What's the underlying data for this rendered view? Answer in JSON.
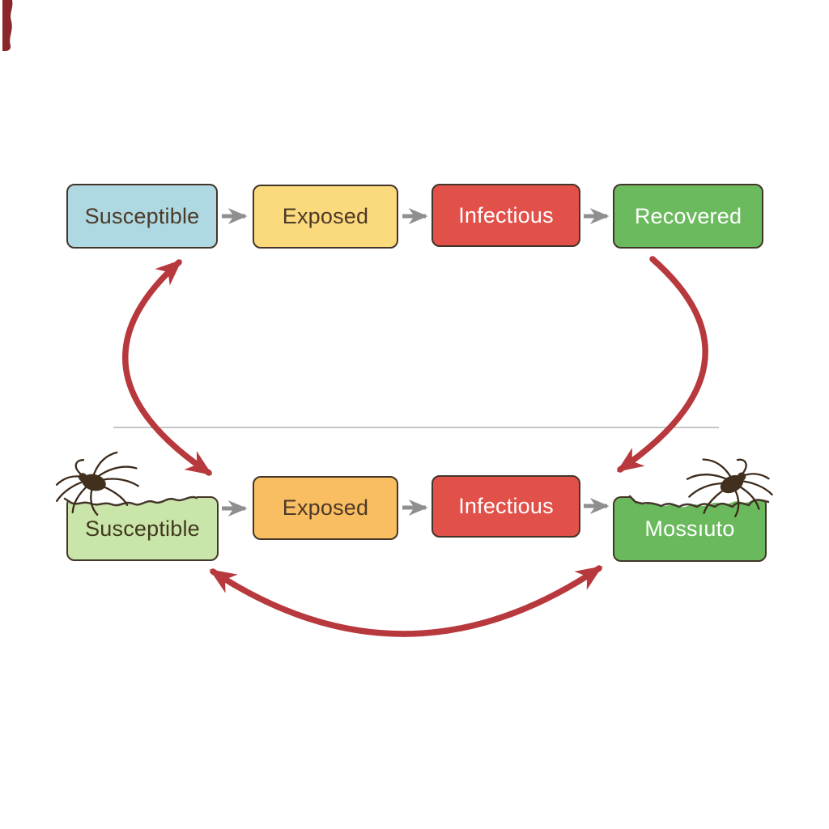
{
  "top_row": {
    "boxes": [
      {
        "label": "Susceptible",
        "fill": "#aed9e2",
        "text_color": "#4c3a28"
      },
      {
        "label": "Exposed",
        "fill": "#fbd97d",
        "text_color": "#4c3a28"
      },
      {
        "label": "Infectious",
        "fill": "#e2504a",
        "text_color": "#ffffff"
      },
      {
        "label": "Recovered",
        "fill": "#6cba5e",
        "text_color": "#ffffff"
      }
    ]
  },
  "bottom_row": {
    "boxes": [
      {
        "label": "Susceptible",
        "fill": "#c9e5a9",
        "text_color": "#41391f"
      },
      {
        "label": "Exposed",
        "fill": "#f9bd62",
        "text_color": "#4c3a28"
      },
      {
        "label": "Infectious",
        "fill": "#e2504a",
        "text_color": "#ffffff"
      },
      {
        "label": "Mossıuto",
        "fill": "#6bb95d",
        "text_color": "#ffffff"
      }
    ]
  },
  "icons": {
    "left_insect": "mosquito-icon",
    "right_insect": "mosquito-icon"
  },
  "colors": {
    "box_border": "#44352a",
    "flow_arrow": "#8f8f8f",
    "transmission_arrow": "#b8393d",
    "divider": "#c6c6c6",
    "insect_body": "#42301f",
    "insect_leg": "#3b2a1b",
    "corner_smudge": "#8a272b",
    "bite_fill": "#ffffff"
  }
}
